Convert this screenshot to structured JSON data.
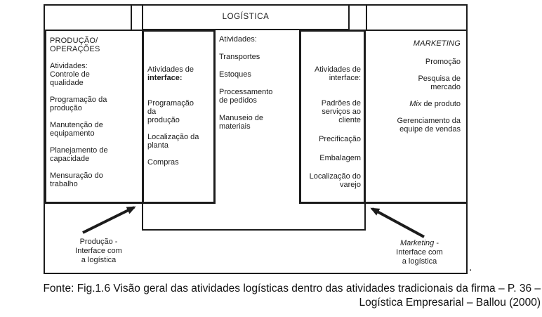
{
  "diagram": {
    "header": {
      "title": "LOGÍSTICA"
    },
    "producao_box": {
      "title": "PRODUÇÃO/\nOPERAÇÕES",
      "items": [
        "Atividades:\nControle de\nqualidade",
        "Programação da\nprodução",
        "Manutenção de\nequipamento",
        "Planejamento de\ncapacidade",
        "Mensuração do\ntrabalho"
      ]
    },
    "interface_left_box": {
      "title_line1": "Atividades de",
      "title_line2": "interface:",
      "items": [
        "Programação\nda\nprodução",
        "Localização da\nplanta",
        "Compras"
      ]
    },
    "logistica_column": {
      "label": "Atividades:",
      "items": [
        "Transportes",
        "Estoques",
        "Processamento\nde pedidos",
        "Manuseio de\nmateriais"
      ]
    },
    "interface_right_box": {
      "title_line1": "Atividades de",
      "title_line2": "interface:",
      "items": [
        "Padrões de\nserviços ao\ncliente",
        "Precificação",
        "Embalagem",
        "Localização do\nvarejo"
      ]
    },
    "marketing_box": {
      "title": "MARKETING",
      "item_promocao": "Promoção",
      "item_pesquisa": "Pesquisa de\nmercado",
      "mix_item": {
        "italic": "Mix",
        "rest": " de produto"
      },
      "item_gerenciamento": "Gerenciamento da\nequipe de vendas"
    },
    "arrow_labels": {
      "left": "Produção -\nInterface com\na logística",
      "right_italic": "Marketing",
      "right_rest": " -\nInterface com\na logística"
    },
    "stray_dot": "."
  },
  "caption": {
    "line1": "Fonte: Fig.1.6 Visão geral das atividades logísticas dentro das atividades tradicionais da firma – P. 36 –",
    "line2": "Logística Empresarial – Ballou (2000)"
  },
  "colors": {
    "line": "#1c1c1c",
    "background": "#ffffff"
  }
}
